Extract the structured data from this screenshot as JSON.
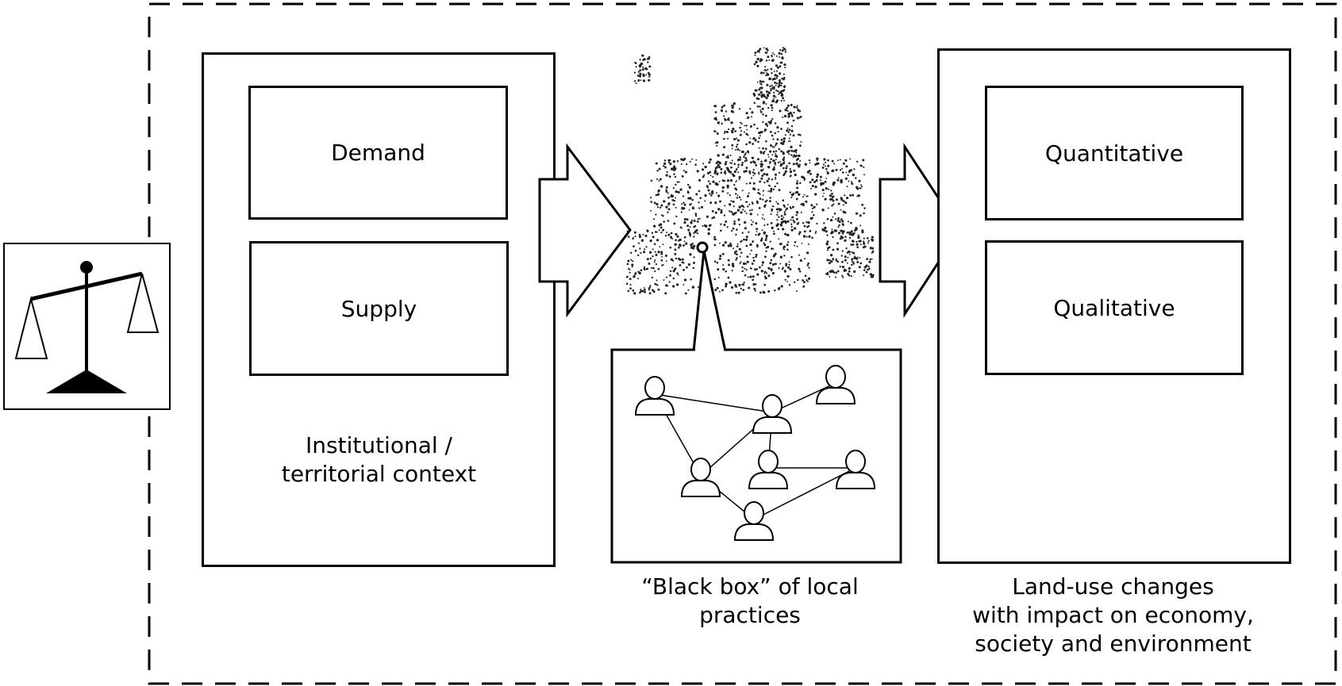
{
  "boxes": {
    "demand": "Demand",
    "supply": "Supply",
    "quantitative": "Quantitative",
    "qualitative": "Qualitative"
  },
  "labels": {
    "institutional_line1": "Institutional /",
    "institutional_line2": "territorial context",
    "blackbox_line1": "“Black box” of local",
    "blackbox_line2": "practices",
    "landuse_line1": "Land-use changes",
    "landuse_line2": "with impact on economy,",
    "landuse_line3": "society and environment"
  },
  "icons": {
    "scale": "balance-scale-icon",
    "map": "europe-dot-map",
    "network": "people-network-icon"
  }
}
